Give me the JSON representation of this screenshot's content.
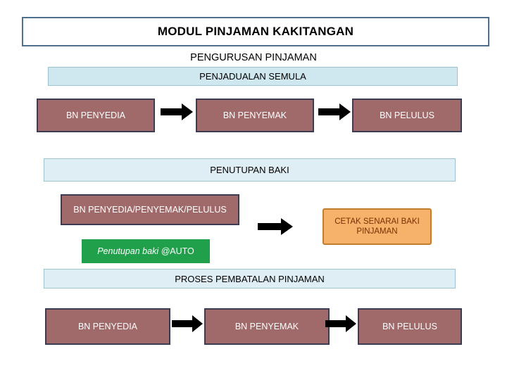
{
  "title": {
    "text": "MODUL PINJAMAN KAKITANGAN"
  },
  "headings": {
    "pengurusan": "PENGURUSAN PINJAMAN",
    "penjadualan": "PENJADUALAN SEMULA",
    "penutupan": "PENUTUPAN BAKI",
    "pembatalan": "PROSES PEMBATALAN PINJAMAN"
  },
  "row_penjadualan": {
    "box1": "BN PENYEDIA",
    "box2": "BN PENYEMAK",
    "box3": "BN PELULUS",
    "arrow1": "right-arrow-icon",
    "arrow2": "right-arrow-icon"
  },
  "row_penutupan": {
    "box1": "BN PENYEDIA/PENYEMAK/PELULUS",
    "arrow": "right-arrow-icon",
    "orange_line1": "CETAK SENARAI BAKI",
    "orange_line2": "PINJAMAN",
    "green_italic": "Penutupan baki @ ",
    "green_auto": "AUTO"
  },
  "row_pembatalan": {
    "box1": "BN PENYEDIA",
    "box2": "BN PENYEMAK",
    "box3": "BN PELULUS",
    "arrow1": "right-arrow-icon",
    "arrow2": "right-arrow-icon"
  },
  "colors": {
    "title_border": "#4f6f8f",
    "band_fill": "#cfe7ef",
    "role_fill": "#a06a6a",
    "role_border": "#3b3b52",
    "orange_fill": "#f6b26b",
    "green_fill": "#21a04b",
    "arrow_fill": "#000000"
  }
}
